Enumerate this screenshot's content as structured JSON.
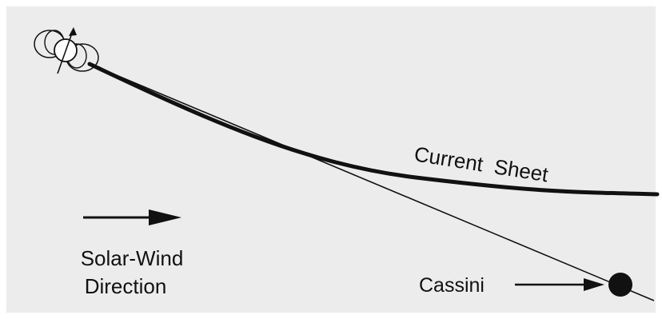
{
  "diagram": {
    "labels": {
      "current_sheet": "Current  Sheet",
      "solar_wind_line1": "Solar-Wind",
      "solar_wind_line2": "Direction",
      "spacecraft": "Cassini"
    },
    "colors": {
      "background": "#ececec",
      "ink": "#111111"
    },
    "icons": {
      "planet": "planet-with-magnetic-dipole-icon",
      "spacecraft": "filled-circle-marker-icon",
      "wind_arrow": "arrow-right-icon"
    }
  }
}
